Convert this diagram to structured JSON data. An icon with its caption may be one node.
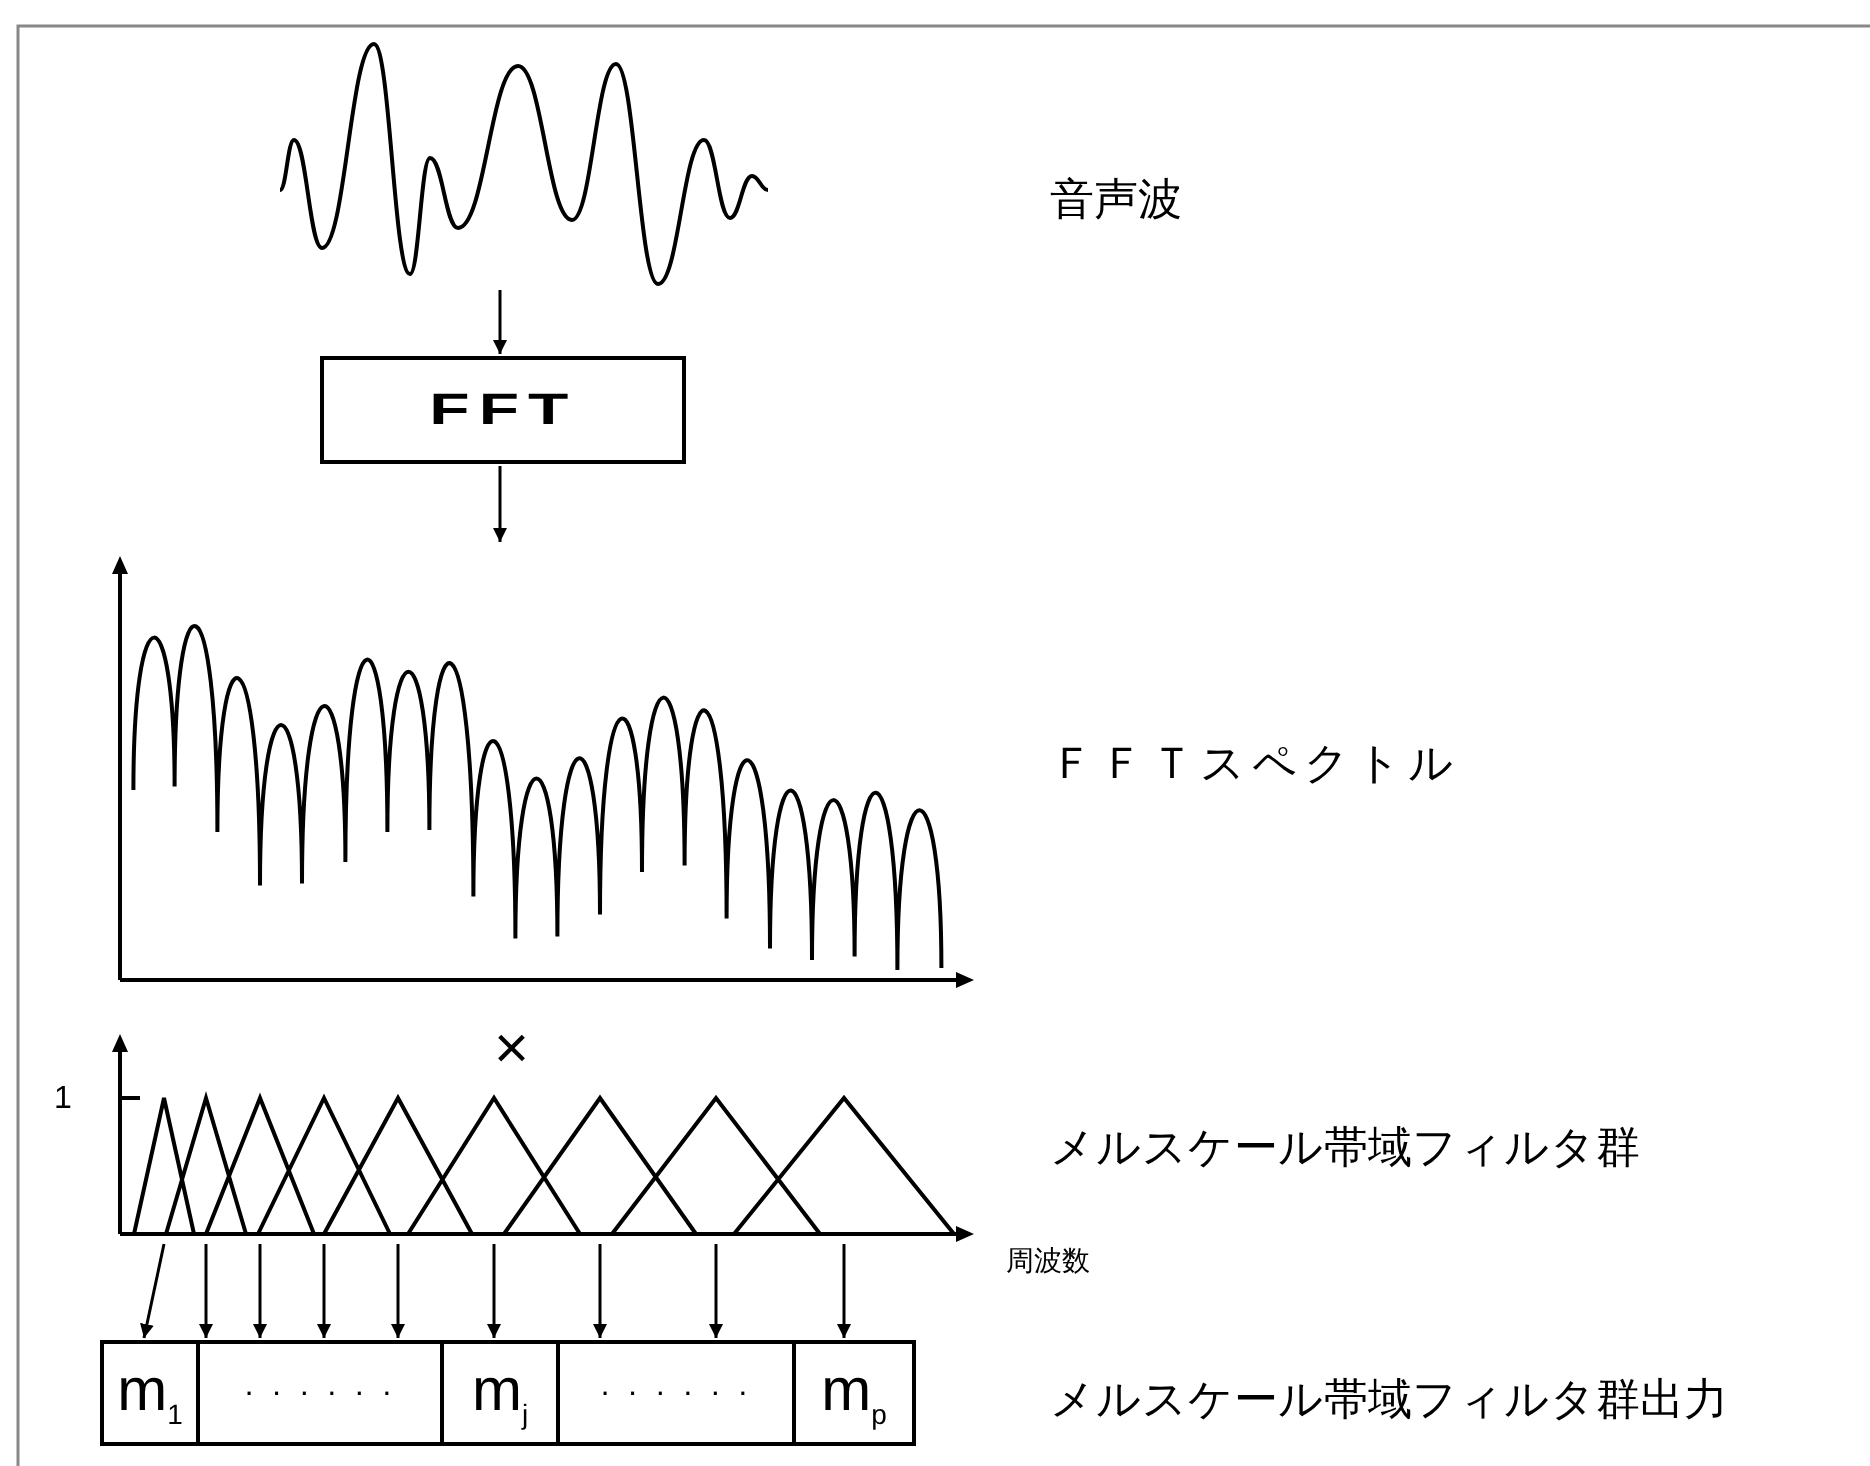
{
  "diagram": {
    "nodes": [
      {
        "text": [],
        "shape": "picture"
      },
      {
        "text": [
          "FFT"
        ]
      },
      {
        "text": [],
        "shape": "picture"
      },
      {
        "text": [],
        "shape": "picture"
      },
      {
        "text": [
          "m$_{1}$"
        ]
      },
      {
        "text": [
          "· · · · · ·"
        ]
      },
      {
        "text": [
          "m$_{j}$"
        ]
      },
      {
        "text": [
          "· · · · · ·"
        ]
      },
      {
        "text": [
          "m$_{p}$"
        ]
      }
    ],
    "edges": [
      {
        "from": 0,
        "to": 1,
        "arrow": "to"
      },
      {
        "from": 1,
        "to": 2,
        "arrow": "to"
      },
      {
        "from": 3,
        "to": 4,
        "arrow": "to"
      },
      {
        "from": 3,
        "to": 5,
        "arrow": "to"
      },
      {
        "from": 3,
        "to": 5,
        "arrow": "to"
      },
      {
        "from": 3,
        "to": 5,
        "arrow": "to"
      },
      {
        "from": 3,
        "to": 5,
        "arrow": "to"
      },
      {
        "from": 3,
        "to": 6,
        "arrow": "to"
      },
      {
        "from": 3,
        "to": 7,
        "arrow": "to"
      },
      {
        "from": 3,
        "to": 7,
        "arrow": "to"
      },
      {
        "from": 3,
        "to": 8,
        "arrow": "to"
      }
    ],
    "labels": [
      "音声波",
      "ＦＦＴスペクトル",
      "×",
      "1",
      "メルスケール帯域フィルタ群",
      "周波数",
      "メルスケール帯域フィルタ群出力"
    ]
  }
}
